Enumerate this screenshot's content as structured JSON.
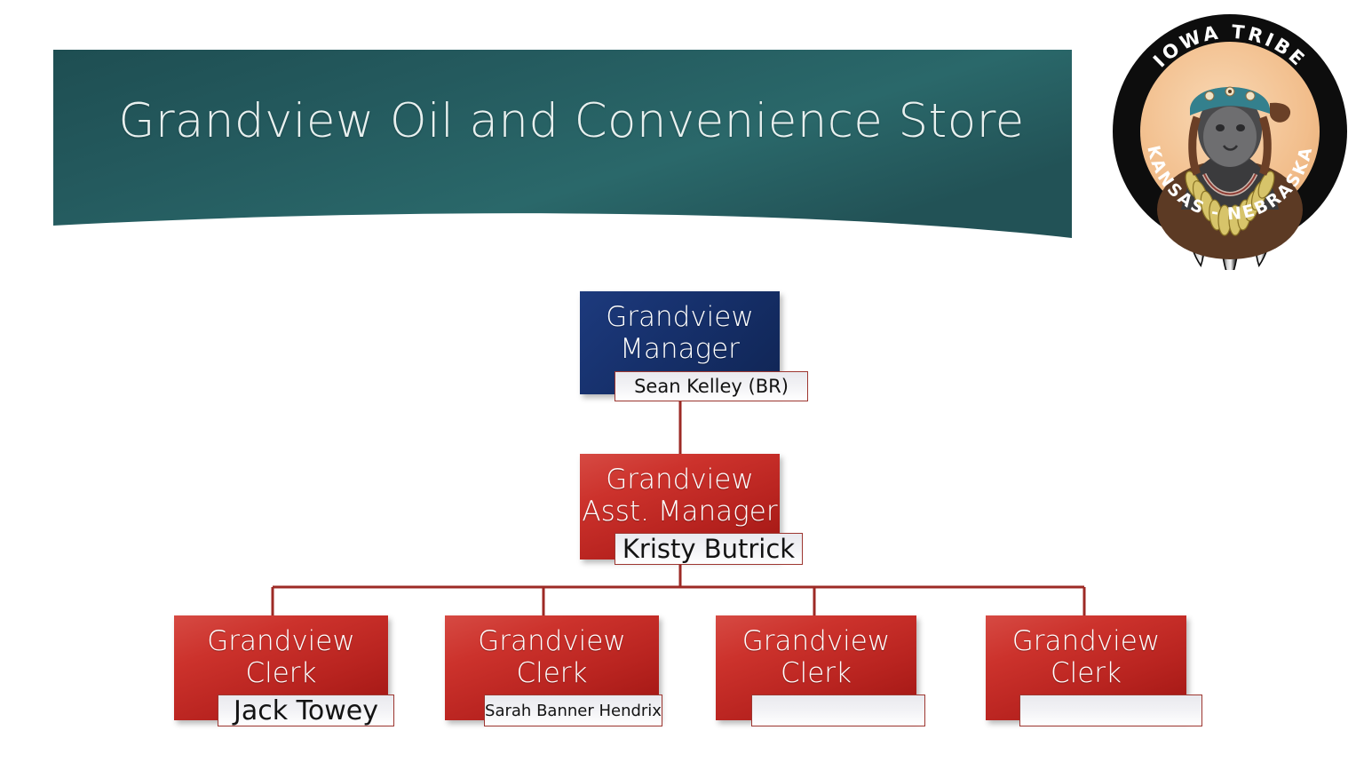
{
  "slide": {
    "title": "Grandview Oil and Convenience Store",
    "background_color": "#ffffff"
  },
  "logo": {
    "name": "iowa-tribe-seal",
    "text_top": "IOWA TRIBE",
    "text_bottom": "KANSAS - NEBRASKA",
    "feather_count": 5,
    "ring_color": "#0d0d0d",
    "field_color": "#f3c496"
  },
  "theme": {
    "banner_gradient_start": "#1f4f53",
    "banner_gradient_end": "#2c6a6c",
    "title_text_color": "#e8f0ef",
    "navy": "#16306b",
    "red": "#c5302b",
    "connector_color": "#9d2a25",
    "nameplate_border": "#9d3630"
  },
  "org_chart": {
    "nodes": [
      {
        "id": "manager",
        "role": "Grandview\nManager",
        "role_line1": "Grandview",
        "role_line2": "Manager",
        "person": "Sean Kelley (BR)",
        "vacant": false,
        "color": "navy",
        "level": 1
      },
      {
        "id": "asst-manager",
        "role_line1": "Grandview",
        "role_line2": "Asst. Manager",
        "person": "Kristy Butrick",
        "vacant": false,
        "color": "red",
        "level": 2
      },
      {
        "id": "clerk-1",
        "role_line1": "Grandview",
        "role_line2": "Clerk",
        "person": "Jack Towey",
        "vacant": false,
        "color": "red",
        "level": 3
      },
      {
        "id": "clerk-2",
        "role_line1": "Grandview",
        "role_line2": "Clerk",
        "person": "Sarah Banner Hendrix",
        "vacant": false,
        "color": "red",
        "level": 3
      },
      {
        "id": "clerk-3",
        "role_line1": "Grandview",
        "role_line2": "Clerk",
        "person": "",
        "vacant": true,
        "color": "red",
        "level": 3
      },
      {
        "id": "clerk-4",
        "role_line1": "Grandview",
        "role_line2": "Clerk",
        "person": "",
        "vacant": true,
        "color": "red",
        "level": 3
      }
    ]
  }
}
